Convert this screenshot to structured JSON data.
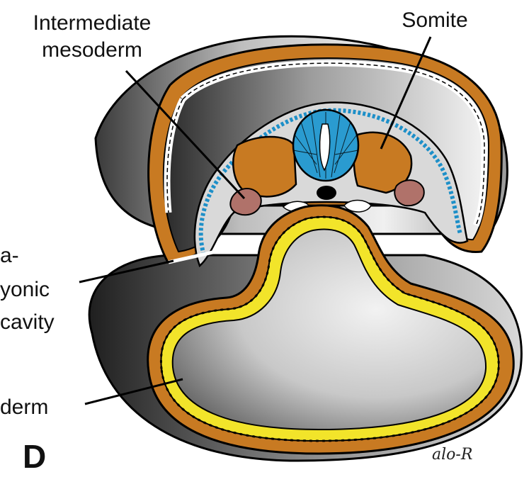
{
  "labels": {
    "intermediate_mesoderm_line1": "Intermediate",
    "intermediate_mesoderm_line2": "mesoderm",
    "somite": "Somite",
    "cavity_line1": "a-",
    "cavity_line2": "yonic",
    "cavity_line3": "cavity",
    "derm": "derm",
    "panel_letter": "D",
    "signature": "alo-R"
  },
  "colors": {
    "mesoderm_orange": "#c87a22",
    "intermediate_brown": "#b0726a",
    "neural_tube_blue": "#2a9bd0",
    "ectoderm_dots_blue": "#1d8fc8",
    "endoderm_yellow": "#f2e42a",
    "shade_dark": "#3a3a3a",
    "shade_light": "#e8e8e8",
    "outline": "#000000"
  }
}
